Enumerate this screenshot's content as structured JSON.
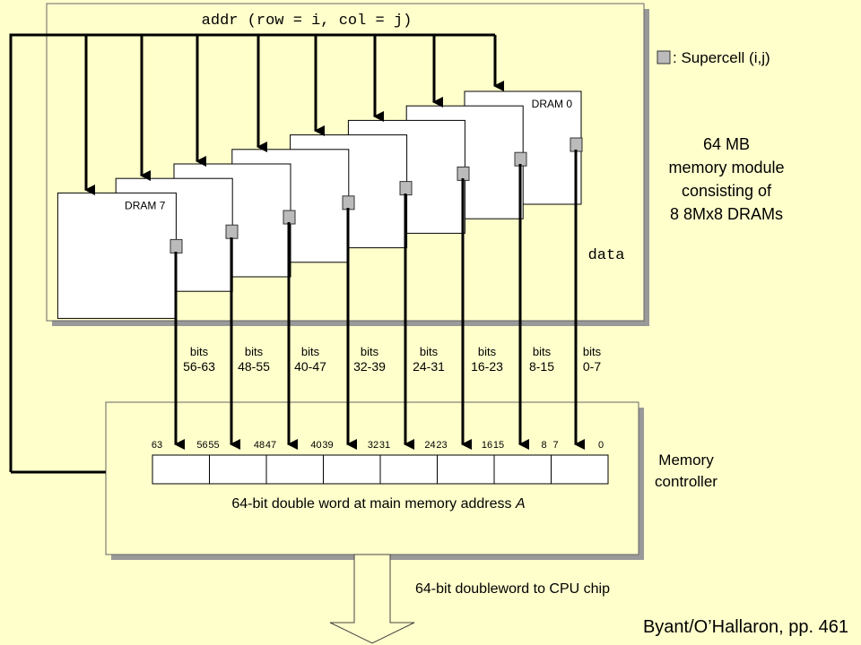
{
  "title": {
    "addr_label": "addr (row = i, col = j)",
    "data_label": "data"
  },
  "legend": {
    "supercell_label": ": Supercell (i,j)"
  },
  "module_description": [
    "64 MB",
    "memory module",
    "consisting of",
    "8 8Mx8 DRAMs"
  ],
  "drams": [
    {
      "label": "DRAM 0"
    },
    {
      "label": ""
    },
    {
      "label": ""
    },
    {
      "label": ""
    },
    {
      "label": ""
    },
    {
      "label": ""
    },
    {
      "label": ""
    },
    {
      "label": "DRAM 7"
    }
  ],
  "bit_groups": [
    {
      "line1": "bits",
      "line2": "56-63"
    },
    {
      "line1": "bits",
      "line2": "48-55"
    },
    {
      "line1": "bits",
      "line2": "40-47"
    },
    {
      "line1": "bits",
      "line2": "32-39"
    },
    {
      "line1": "bits",
      "line2": "24-31"
    },
    {
      "line1": "bits",
      "line2": "16-23"
    },
    {
      "line1": "bits",
      "line2": "8-15"
    },
    {
      "line1": "bits",
      "line2": "0-7"
    }
  ],
  "register_bit_labels": [
    [
      "63",
      "56"
    ],
    [
      "55",
      "48"
    ],
    [
      "47",
      "40"
    ],
    [
      "39",
      "32"
    ],
    [
      "31",
      "24"
    ],
    [
      "23",
      "16"
    ],
    [
      "15",
      "8"
    ],
    [
      "7",
      "0"
    ]
  ],
  "controller": {
    "label_line1": "Memory",
    "label_line2": "controller",
    "word_caption": "64-bit double word at main memory address ",
    "word_caption_var": "A"
  },
  "output_label": "64-bit doubleword to CPU chip",
  "citation": "Byant/O’Hallaron, pp. 461"
}
